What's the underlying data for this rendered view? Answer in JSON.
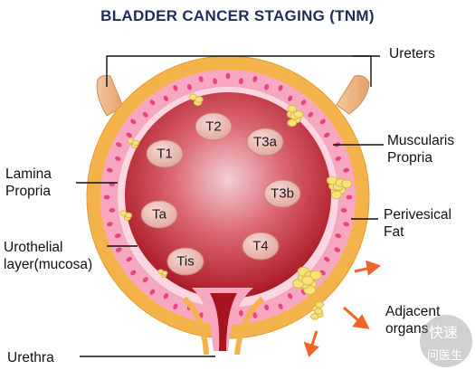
{
  "title": "BLADDER CANCER STAGING (TNM)",
  "labels": {
    "ureters": "Ureters",
    "muscularis": "Muscularis Propria",
    "lamina": "Lamina Propria",
    "perivesical": "Perivesical Fat",
    "urothelial": "Urothelial layer(mucosa)",
    "adjacent": "Adjacent organs",
    "urethra": "Urethra"
  },
  "stages": [
    "T1",
    "T2",
    "T3a",
    "T3b",
    "Ta",
    "T4",
    "Tis"
  ],
  "watermark": {
    "top": "快速",
    "bottom": "问医生"
  },
  "colors": {
    "title": "#1f2d5a",
    "fat": "#f4b24a",
    "muscle": "#f7a7bf",
    "lumen": "#b51e2c",
    "tumor": "#f6e37a",
    "arrow": "#f0642a"
  }
}
